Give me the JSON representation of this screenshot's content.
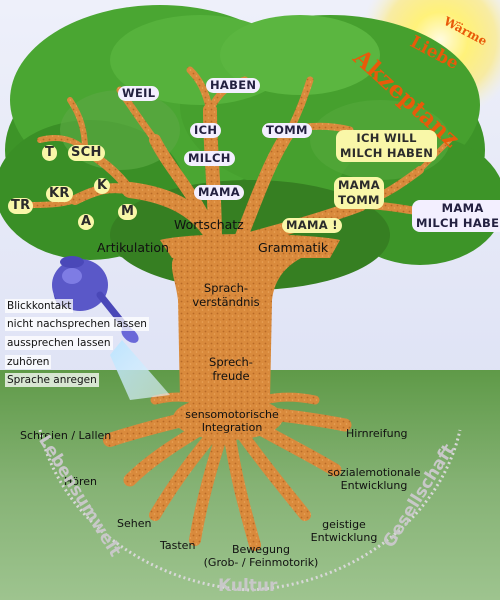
{
  "sun": {
    "words": [
      "Wärme",
      "Liebe",
      "Akzeptanz"
    ],
    "color": "#e85a0a"
  },
  "crown": {
    "bubbles_left": [
      "T",
      "SCH",
      "KR",
      "K",
      "TR",
      "A",
      "M"
    ],
    "bubbles_mid": [
      "WEIL",
      "HABEN",
      "ICH",
      "TOMM",
      "MILCH",
      "MAMA"
    ],
    "bubbles_right": [
      "ICH WILL",
      "MILCH HABEN",
      "MAMA",
      "TOMM",
      "MAMA !",
      "MAMA",
      "MILCH HABEN"
    ]
  },
  "tree": {
    "wortschatz": "Wortschatz",
    "artikulation": "Artikulation",
    "grammatik": "Grammatik",
    "sprachverstaendnis_1": "Sprach-",
    "sprachverstaendnis_2": "verständnis",
    "sprechfreude_1": "Sprech-",
    "sprechfreude_2": "freude",
    "integration_1": "sensomotorische",
    "integration_2": "Integration"
  },
  "watering": {
    "items": [
      "Blickkontakt",
      "nicht nachsprechen lassen",
      "aussprechen lassen",
      "zuhören",
      "Sprache anregen"
    ]
  },
  "roots": {
    "schreien": "Schreien / Lallen",
    "hoeren": "Hören",
    "sehen": "Sehen",
    "tasten": "Tasten",
    "bewegung_1": "Bewegung",
    "bewegung_2": "(Grob- / Feinmotorik)",
    "hirnreifung": "Hirnreifung",
    "sozial_1": "sozialemotionale",
    "sozial_2": "Entwicklung",
    "geistig_1": "geistige",
    "geistig_2": "Entwicklung"
  },
  "ring": {
    "left": "Lebensumwelt",
    "bottom": "Kultur",
    "right": "Gesellschaft"
  },
  "colors": {
    "sky": "#e8eaf6",
    "foliage": "#3f9a2a",
    "bark": "#d98a3c",
    "grass": "#6fa35a",
    "can": "#5a58c8"
  }
}
